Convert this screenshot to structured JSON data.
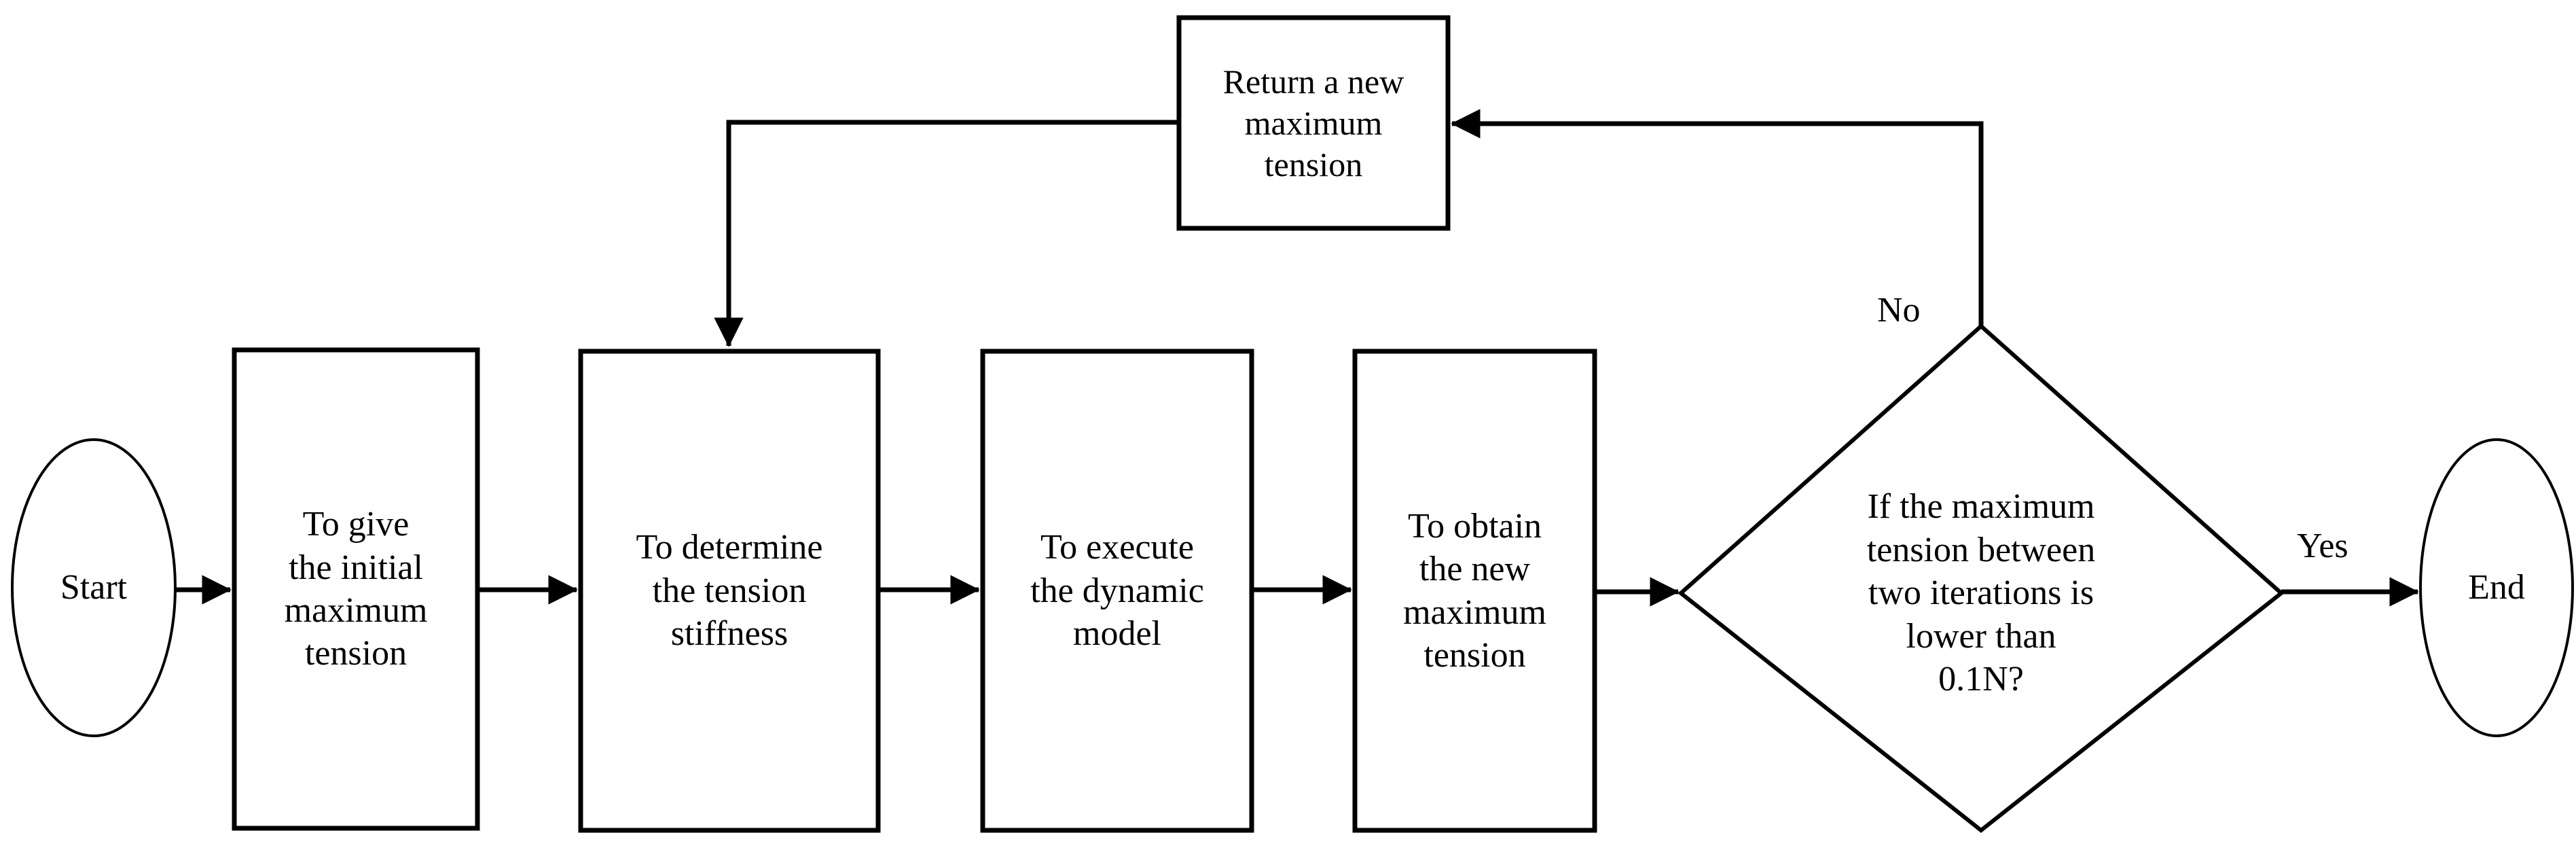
{
  "diagram": {
    "title": "Iterative maximum tension solution flowchart",
    "stroke_color": "#000000",
    "background_color": "#ffffff",
    "text_color": "#000000",
    "nodes": {
      "start": {
        "label": "Start",
        "shape": "ellipse"
      },
      "initial_tension": {
        "label": "To give\nthe initial\nmaximum\ntension",
        "shape": "rectangle"
      },
      "tension_stiffness": {
        "label": "To determine\nthe tension\nstiffness",
        "shape": "rectangle"
      },
      "dynamic_model": {
        "label": "To execute\nthe dynamic\nmodel",
        "shape": "rectangle"
      },
      "new_max_tension": {
        "label": "To obtain\nthe new\nmaximum\ntension",
        "shape": "rectangle"
      },
      "decision": {
        "label": "If the maximum\ntension between\ntwo iterations is\nlower than\n0.1N?",
        "shape": "diamond"
      },
      "return_tension": {
        "label": "Return a new\nmaximum\ntension",
        "shape": "rectangle"
      },
      "end": {
        "label": "End",
        "shape": "ellipse"
      }
    },
    "edge_labels": {
      "no": "No",
      "yes": "Yes"
    }
  }
}
